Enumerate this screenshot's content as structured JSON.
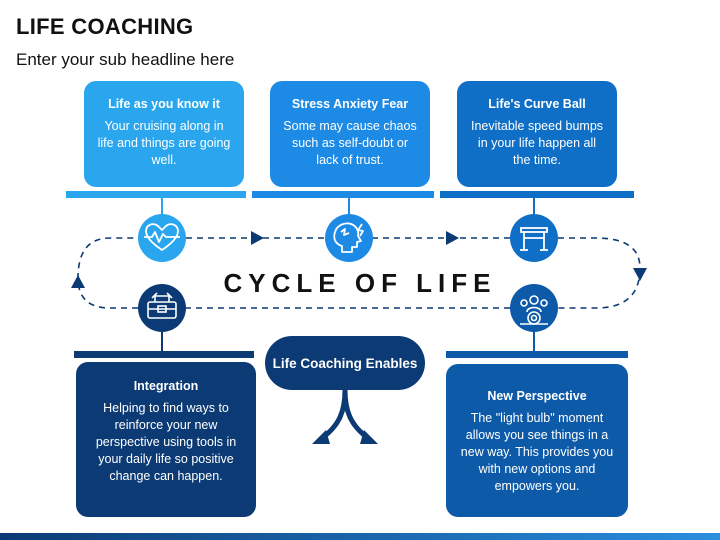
{
  "header": {
    "title": "LIFE COACHING",
    "subtitle": "Enter your sub headline here"
  },
  "cycle_label": "CYCLE OF LIFE",
  "enabler_label": "Life Coaching Enables",
  "top_cards": [
    {
      "head": "Life as you know it",
      "body": "Your cruising along in life and things are going well.",
      "color": "#29a6ee",
      "icon": "heartbeat-icon"
    },
    {
      "head": "Stress Anxiety Fear",
      "body": "Some may cause chaos such as self-doubt or lack of trust.",
      "color": "#1d8ae6",
      "icon": "stressed-head-icon"
    },
    {
      "head": "Life's Curve Ball",
      "body": "Inevitable speed bumps in your life happen all the time.",
      "color": "#0f6fc6",
      "icon": "hurdle-icon"
    }
  ],
  "bottom_cards": [
    {
      "head": "Integration",
      "body": "Helping to find ways to reinforce your new perspective using tools in your daily life so positive change can happen.",
      "color": "#0b3a74",
      "icon": "toolbox-icon"
    },
    {
      "head": "New Perspective",
      "body": "The \"light bulb\" moment allows you see things in a new way. This provides you with new options and empowers you.",
      "color": "#0d5aa8",
      "icon": "target-audience-icon"
    }
  ]
}
